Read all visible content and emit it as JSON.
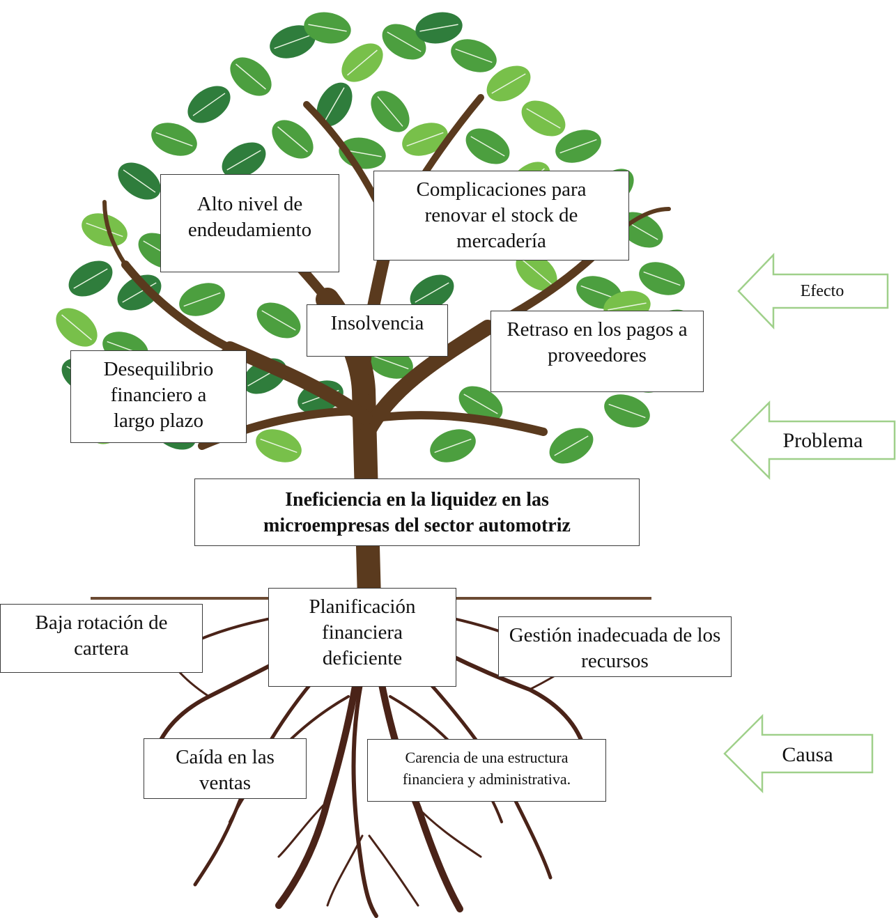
{
  "diagram": {
    "effects": {
      "alto_nivel": "Alto nivel de endeudamiento",
      "complicaciones": "Complicaciones para renovar el stock de mercadería",
      "insolvencia": "Insolvencia",
      "retraso": "Retraso en los pagos a proveedores",
      "desequilibrio": "Desequilibrio financiero a largo plazo"
    },
    "problem": "Ineficiencia en la liquidez en las microempresas del sector automotriz",
    "causes": {
      "planificacion": "Planificación financiera deficiente",
      "baja_rotacion": "Baja rotación de cartera",
      "gestion": "Gestión inadecuada de los recursos",
      "caida": "Caída en las ventas",
      "carencia": "Carencia de una estructura financiera y administrativa."
    },
    "arrows": {
      "efecto": "Efecto",
      "problema": "Problema",
      "causa": "Causa"
    },
    "colors": {
      "leaf_dark": "#2f7d3c",
      "leaf_mid": "#4c9f3f",
      "leaf_light": "#78c04a",
      "trunk": "#5a3a1e",
      "roots": "#4a2318",
      "arrow_outline": "#9fd08a"
    }
  }
}
